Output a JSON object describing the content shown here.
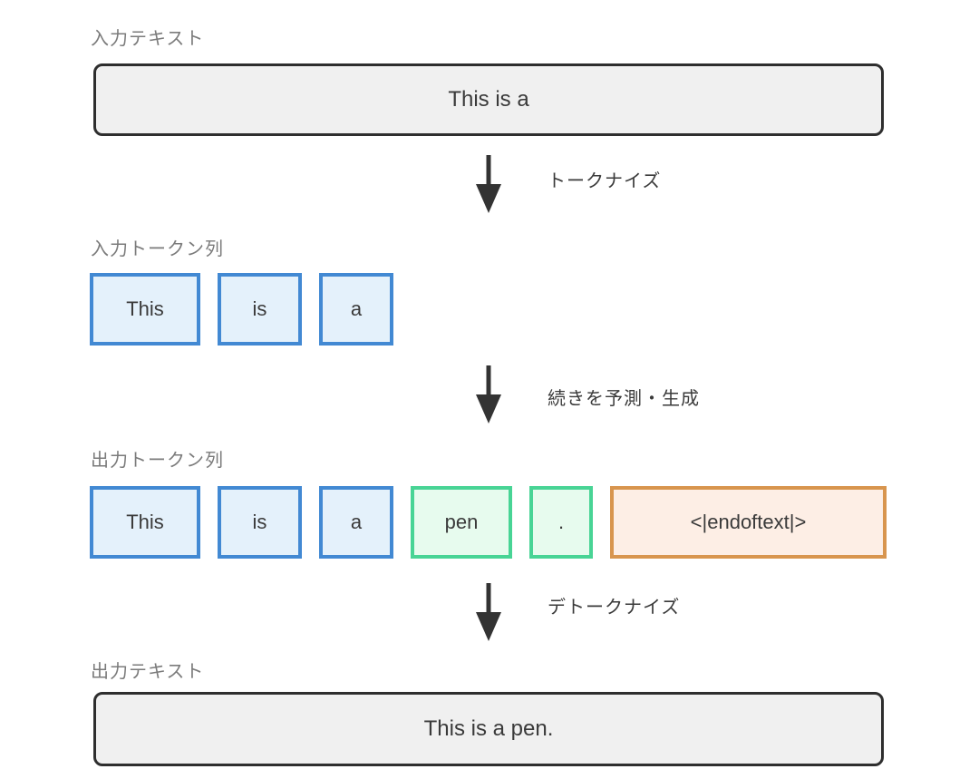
{
  "input_text": {
    "label": "入力テキスト",
    "value": "This is a"
  },
  "tokenize_arrow": {
    "label": "トークナイズ"
  },
  "input_tokens": {
    "label": "入力トークン列",
    "items": [
      "This",
      "is",
      "a"
    ]
  },
  "generate_arrow": {
    "label": "続きを予測・生成"
  },
  "output_tokens": {
    "label": "出力トークン列",
    "items": [
      "This",
      "is",
      "a",
      "pen",
      ".",
      "<|endoftext|>"
    ]
  },
  "detokenize_arrow": {
    "label": "デトークナイズ"
  },
  "output_text": {
    "label": "出力テキスト",
    "value": "This is a pen."
  },
  "colors": {
    "token_input_border": "#4289d3",
    "token_input_fill": "#e4f1fb",
    "token_generated_border": "#48d495",
    "token_generated_fill": "#e7fbee",
    "token_eot_border": "#d8954e",
    "token_eot_fill": "#fdeee5",
    "textbox_border": "#2e2e2e",
    "textbox_fill": "#f0f0f0",
    "arrow": "#333333",
    "section_label": "#7b7b7b",
    "text": "#3a3a3a"
  }
}
